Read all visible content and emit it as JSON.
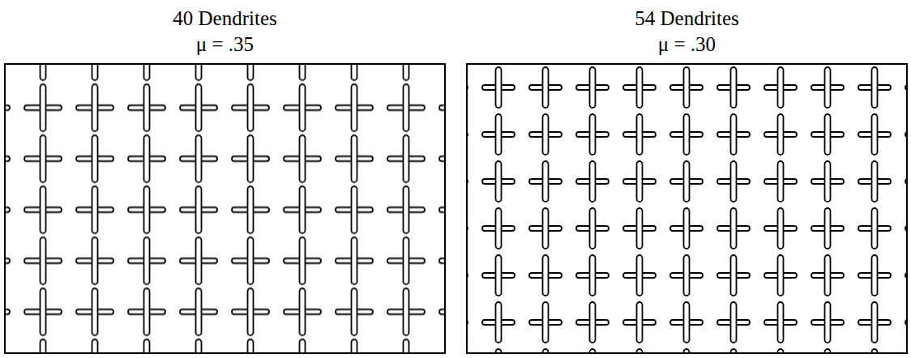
{
  "diagram": {
    "nodes": [
      {
        "text": [
          "40 Dendrites",
          "μ = .35"
        ]
      },
      {
        "text": [
          "54 Dendrites",
          "μ = .30"
        ]
      }
    ]
  }
}
